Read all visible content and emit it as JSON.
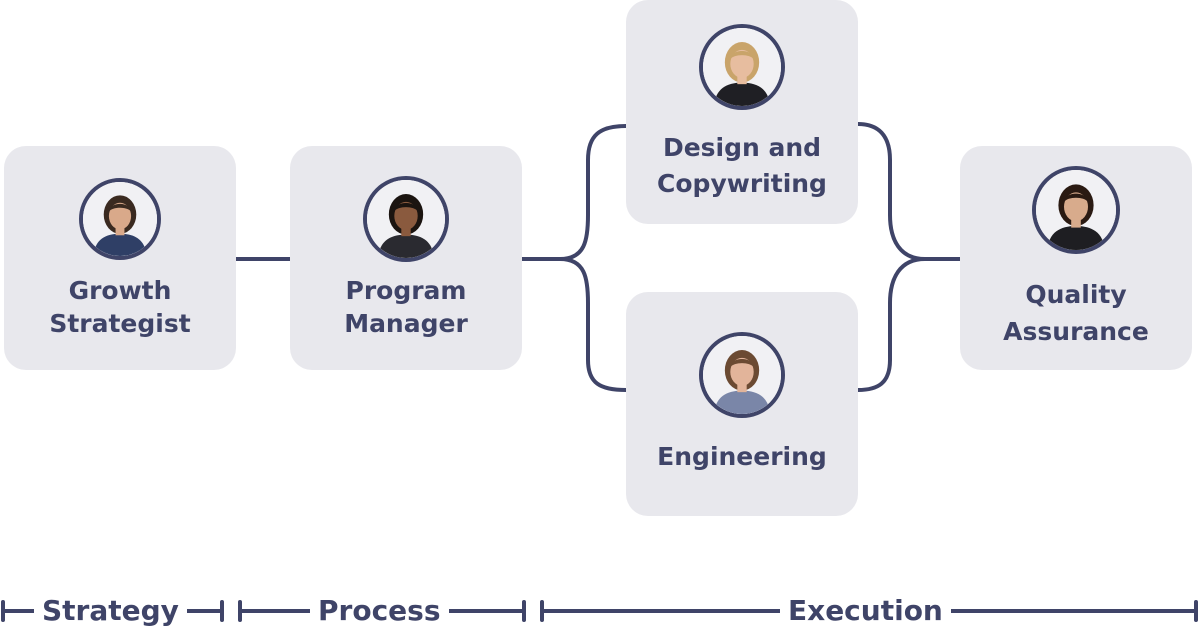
{
  "roles": [
    {
      "id": "growth",
      "label": "Growth Strategist",
      "avatar_icon": "person-avatar-icon",
      "shirt": "#2f3f66",
      "hair": "#3a2a20",
      "skin": "#d9a98a"
    },
    {
      "id": "program",
      "label": "Program Manager",
      "avatar_icon": "person-avatar-icon",
      "shirt": "#2a2a30",
      "hair": "#1b1410",
      "skin": "#8a5a3e"
    },
    {
      "id": "design",
      "label": "Design and Copywriting",
      "avatar_icon": "person-avatar-icon",
      "shirt": "#1f1f24",
      "hair": "#c9a46a",
      "skin": "#e7bd9f"
    },
    {
      "id": "engineering",
      "label": "Engineering",
      "avatar_icon": "person-avatar-icon",
      "shirt": "#7a86a8",
      "hair": "#6b4a32",
      "skin": "#e2b49a"
    },
    {
      "id": "qa",
      "label": "Quality Assurance",
      "avatar_icon": "person-avatar-icon",
      "shirt": "#1e1e22",
      "hair": "#2a1a12",
      "skin": "#d8ab8c"
    }
  ],
  "phases": [
    "Strategy",
    "Process",
    "Execution"
  ],
  "colors": {
    "card": "#e8e8ed",
    "ink": "#3f4468",
    "background": "#ffffff"
  }
}
